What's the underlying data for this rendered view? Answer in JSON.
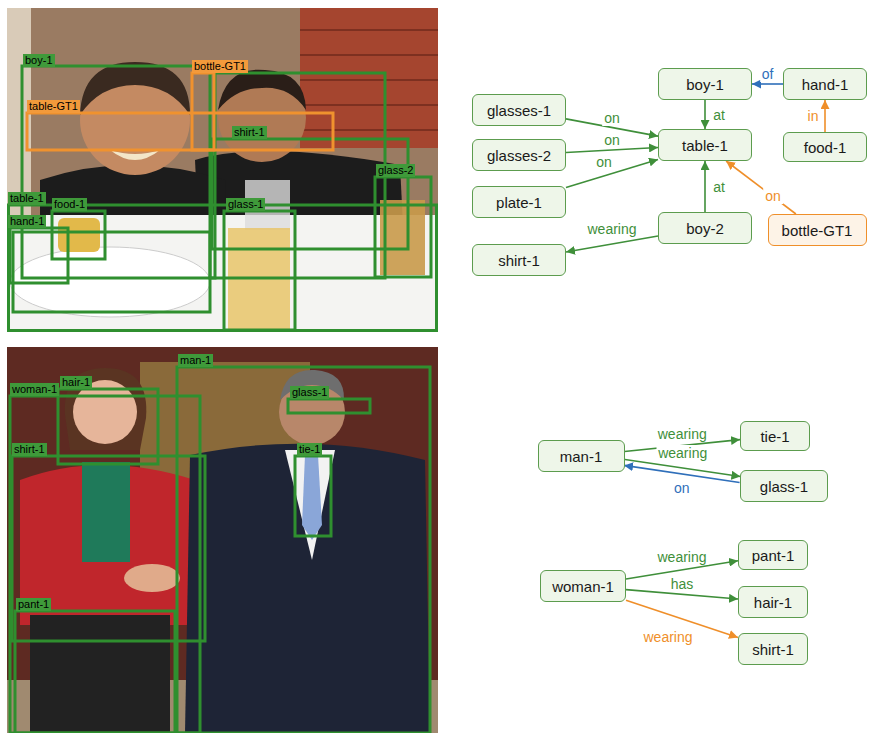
{
  "diagram": {
    "nodes": [
      {
        "text": [
          "boy-1"
        ]
      },
      {
        "text": [
          "hand-1"
        ]
      },
      {
        "text": [
          "glasses-1"
        ]
      },
      {
        "text": [
          "table-1"
        ]
      },
      {
        "text": [
          "food-1"
        ]
      },
      {
        "text": [
          "glasses-2"
        ]
      },
      {
        "text": [
          "plate-1"
        ]
      },
      {
        "text": [
          "boy-2"
        ]
      },
      {
        "text": [
          "shirt-1"
        ]
      },
      {
        "text": [
          "bottle-GT1"
        ]
      },
      {
        "text": [
          "man-1"
        ]
      },
      {
        "text": [
          "tie-1"
        ]
      },
      {
        "text": [
          "glass-1"
        ]
      },
      {
        "text": [
          "pant-1"
        ]
      },
      {
        "text": [
          "woman-1"
        ]
      },
      {
        "text": [
          "hair-1"
        ]
      },
      {
        "text": [
          "shirt-1"
        ]
      }
    ],
    "edges": [
      {
        "from": 1,
        "to": 0,
        "label": "of",
        "arrow": "to"
      },
      {
        "from": 0,
        "to": 3,
        "label": "at",
        "arrow": "to"
      },
      {
        "from": 2,
        "to": 3,
        "label": "on",
        "arrow": "to"
      },
      {
        "from": 5,
        "to": 3,
        "label": "on",
        "arrow": "to"
      },
      {
        "from": 6,
        "to": 3,
        "label": "on",
        "arrow": "to"
      },
      {
        "from": 4,
        "to": 1,
        "label": "in",
        "arrow": "to"
      },
      {
        "from": 7,
        "to": 3,
        "label": "at",
        "arrow": "to"
      },
      {
        "from": 9,
        "to": 3,
        "label": "on",
        "arrow": "to"
      },
      {
        "from": 7,
        "to": 8,
        "label": "wearing",
        "arrow": "to"
      },
      {
        "from": 10,
        "to": 11,
        "label": "wearing",
        "arrow": "to"
      },
      {
        "from": 10,
        "to": 12,
        "label": "wearing",
        "arrow": "to"
      },
      {
        "from": 12,
        "to": 10,
        "label": "on",
        "arrow": "to"
      },
      {
        "from": 14,
        "to": 13,
        "label": "wearing",
        "arrow": "to"
      },
      {
        "from": 14,
        "to": 15,
        "label": "has",
        "arrow": "to"
      },
      {
        "from": 14,
        "to": 16,
        "label": "wearing",
        "arrow": "to"
      }
    ],
    "labels": [
      "boy-1",
      "bottle-GT1",
      "table-GT1",
      "shirt-1",
      "glass-2",
      "table-1",
      "food-1",
      "hand-1",
      "glass-1",
      "man-1",
      "woman-1",
      "hair-1",
      "glass-1",
      "shirt-1",
      "tie-1",
      "pant-1"
    ]
  }
}
